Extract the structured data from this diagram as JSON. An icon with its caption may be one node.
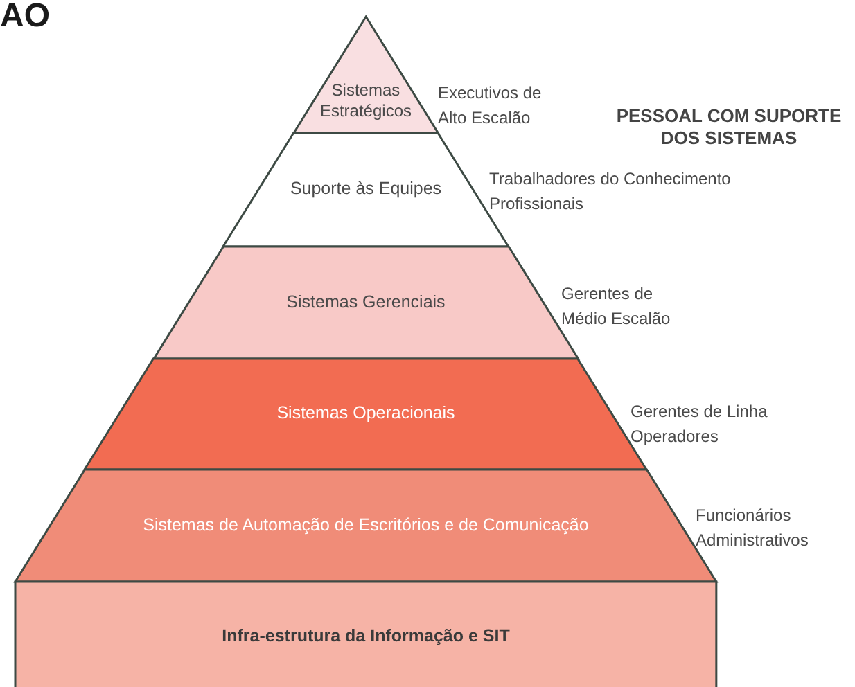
{
  "diagram": {
    "nodes": [
      {
        "text": [
          "Sistemas Estratégicos"
        ],
        "beside": [
          "Executivos de Alto Escalão"
        ]
      },
      {
        "text": [
          "Suporte às Equipes"
        ],
        "beside": [
          "Trabalhadores do Conhecimento Profissionais"
        ]
      },
      {
        "text": [
          "Sistemas Gerenciais"
        ],
        "beside": [
          "Gerentes de Médio Escalão"
        ]
      },
      {
        "text": [
          "Sistemas Operacionais"
        ],
        "beside": [
          "Gerentes de Linha Operadores"
        ]
      },
      {
        "text": [
          "Sistemas de Automação de Escritórios e de Comunicação"
        ],
        "beside": [
          "Funcionários Administrativos"
        ]
      },
      {
        "text": [
          "Infra-estrutura da Informação e SIT"
        ]
      }
    ],
    "labels": [
      "AO",
      "PESSOAL COM SUPORTE DOS SISTEMAS"
    ]
  }
}
